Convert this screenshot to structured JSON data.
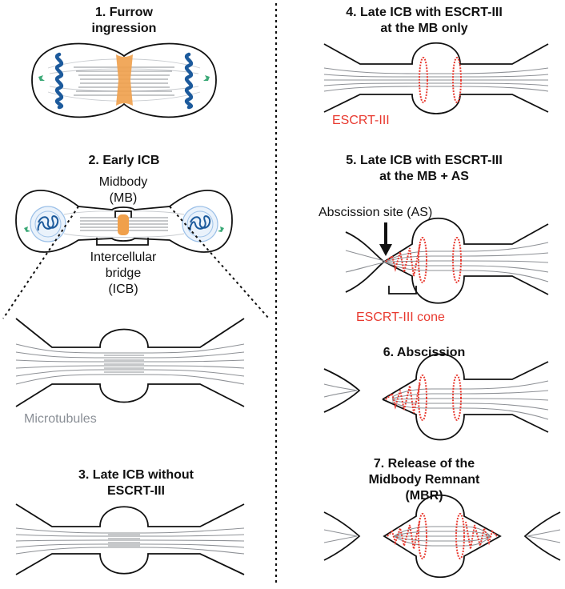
{
  "panels": {
    "p1": {
      "title_l1": "1. Furrow",
      "title_l2": "ingression"
    },
    "p2": {
      "title": "2. Early ICB",
      "midbody_l1": "Midbody",
      "midbody_l2": "(MB)",
      "icb_l1": "Intercellular",
      "icb_l2": "bridge",
      "icb_l3": "(ICB)",
      "microtubules": "Microtubules"
    },
    "p3": {
      "title_l1": "3. Late ICB without",
      "title_l2": "ESCRT-III"
    },
    "p4": {
      "title_l1": "4. Late ICB with ESCRT-III",
      "title_l2": "at the MB only",
      "escrt": "ESCRT-III"
    },
    "p5": {
      "title_l1": "5. Late ICB with ESCRT-III",
      "title_l2": "at the MB + AS",
      "abscission_site": "Abscission site (AS)",
      "escrt_cone": "ESCRT-III cone"
    },
    "p6": {
      "title": "6. Abscission"
    },
    "p7": {
      "title_l1": "7. Release of the",
      "title_l2": "Midbody Remnant",
      "title_l3": "(MBR)"
    }
  },
  "colors": {
    "furrow_orange": "#f0a04b",
    "chromosome_blue": "#1c5a9c",
    "centrosome_green": "#3aa876",
    "escrt_red": "#e8392f",
    "microtubule_gray": "#8e9196",
    "outline": "#111111"
  },
  "icons": [
    "divider-dotted-line",
    "arrow-down-icon",
    "bracket"
  ]
}
